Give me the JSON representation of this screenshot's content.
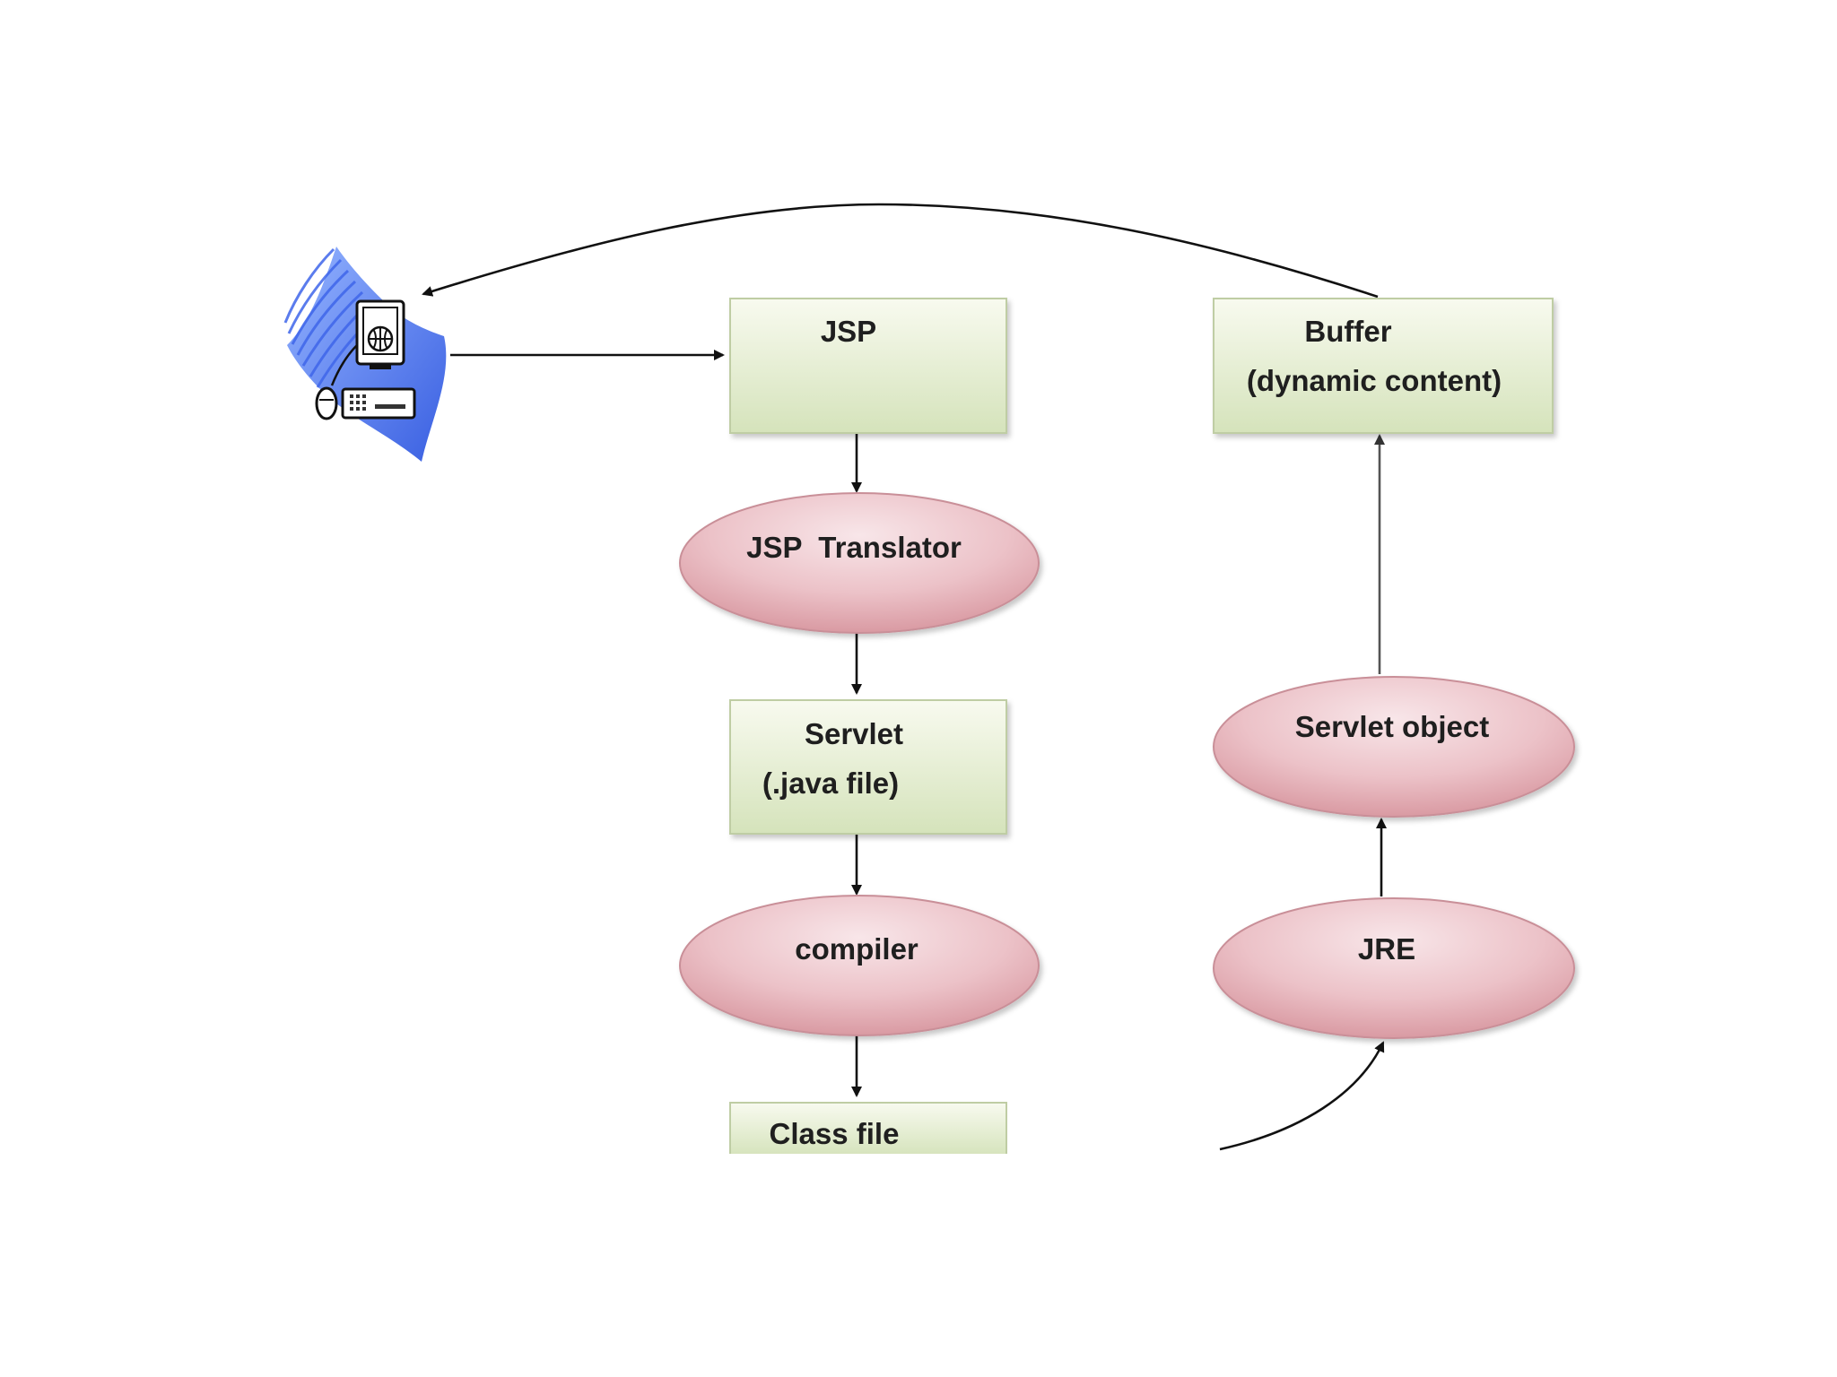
{
  "nodes": {
    "jsp": {
      "label": "JSP"
    },
    "translator": {
      "label": "JSP  Translator"
    },
    "servlet": {
      "line1": "Servlet",
      "line2": "(.java file)"
    },
    "compiler": {
      "label": "compiler"
    },
    "class_file": {
      "label": "Class file"
    },
    "buffer": {
      "line1": "Buffer",
      "line2": "(dynamic content)"
    },
    "servlet_object": {
      "label": "Servlet object"
    },
    "jre": {
      "label": "JRE"
    }
  },
  "icons": {
    "client": "client-computer-icon"
  },
  "colors": {
    "rect_fill_top": "#f7f9ee",
    "rect_fill_bottom": "#d7e5be",
    "rect_stroke": "#bccb9f",
    "ellipse_fill_top": "#f6dfe3",
    "ellipse_fill_bottom": "#d99aa3",
    "ellipse_stroke": "#c48a93",
    "client_wave": "#3f66ea"
  }
}
